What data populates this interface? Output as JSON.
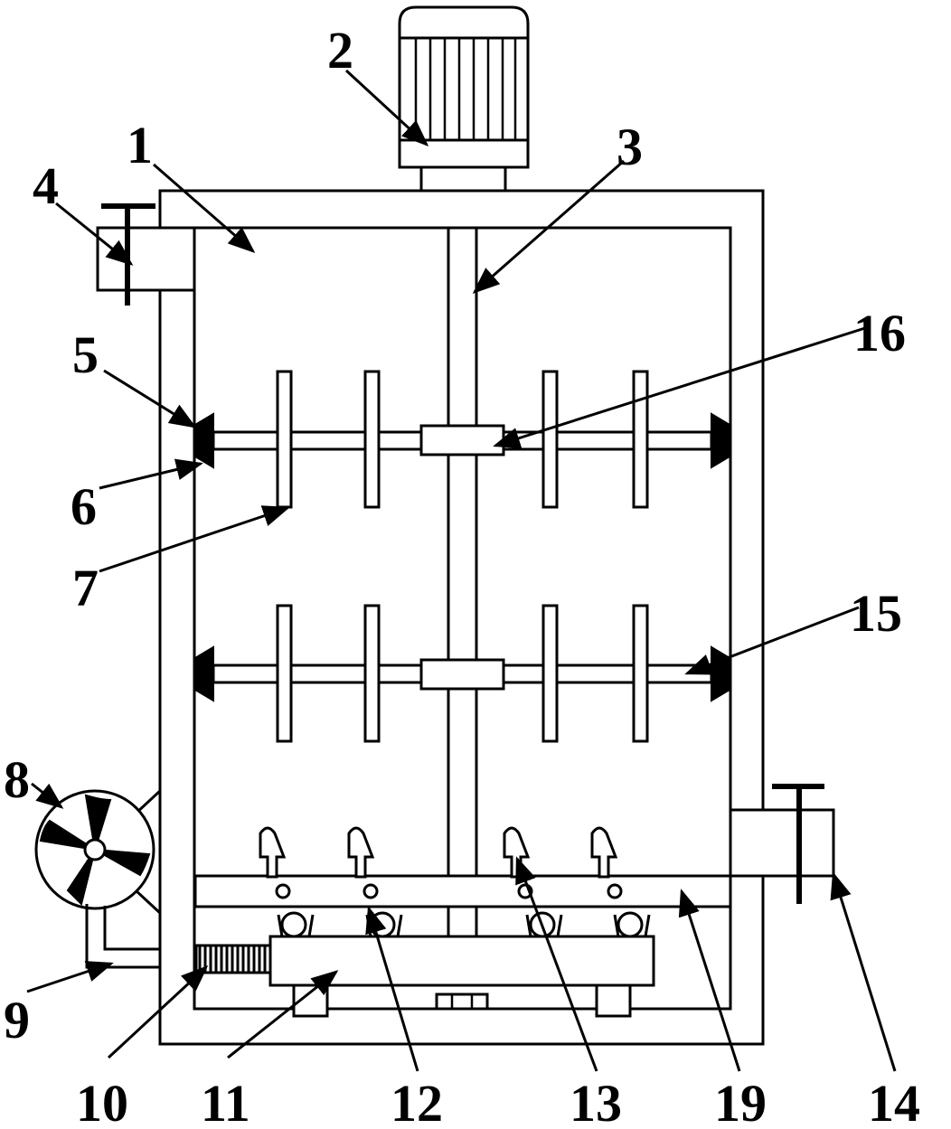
{
  "labels": {
    "l1": "1",
    "l2": "2",
    "l3": "3",
    "l4": "4",
    "l5": "5",
    "l6": "6",
    "l7": "7",
    "l8": "8",
    "l9": "9",
    "l10": "10",
    "l11": "11",
    "l12": "12",
    "l13": "13",
    "l14": "14",
    "l15": "15",
    "l16": "16",
    "l19": "19"
  }
}
